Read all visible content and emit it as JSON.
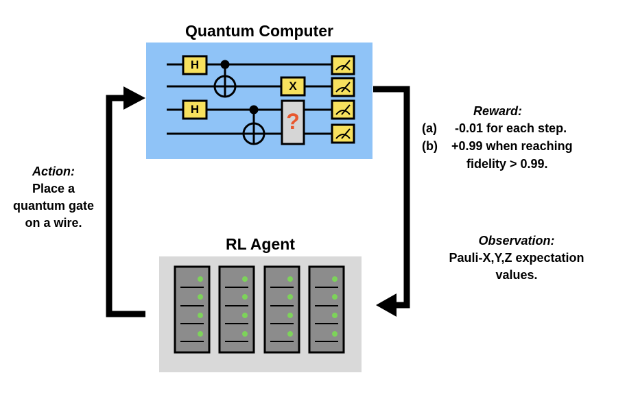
{
  "quantum_computer": {
    "title": "Quantum Computer",
    "bg_color": "#8fc3f7",
    "gates": {
      "hadamard": "H",
      "pauli_x": "X",
      "unknown": "?"
    }
  },
  "rl_agent": {
    "title": "RL Agent",
    "bg_color": "#d9d9d9",
    "server_color": "#8c8c8c",
    "led_color": "#7dd35a",
    "server_count": 4
  },
  "action": {
    "heading": "Action:",
    "lines": [
      "Place a",
      "quantum gate",
      "on a wire."
    ]
  },
  "reward": {
    "heading": "Reward:",
    "items": [
      {
        "marker": "(a)",
        "text": "-0.01 for each step."
      },
      {
        "marker": "(b)",
        "text": "+0.99 when reaching"
      }
    ],
    "continuation": "fidelity > 0.99."
  },
  "observation": {
    "heading": "Observation:",
    "lines": [
      "Pauli-X,Y,Z expectation",
      "values."
    ]
  },
  "colors": {
    "gate_fill": "#f7e15e",
    "unknown_fill": "#d6d6d6",
    "unknown_mark": "#e8572d"
  }
}
